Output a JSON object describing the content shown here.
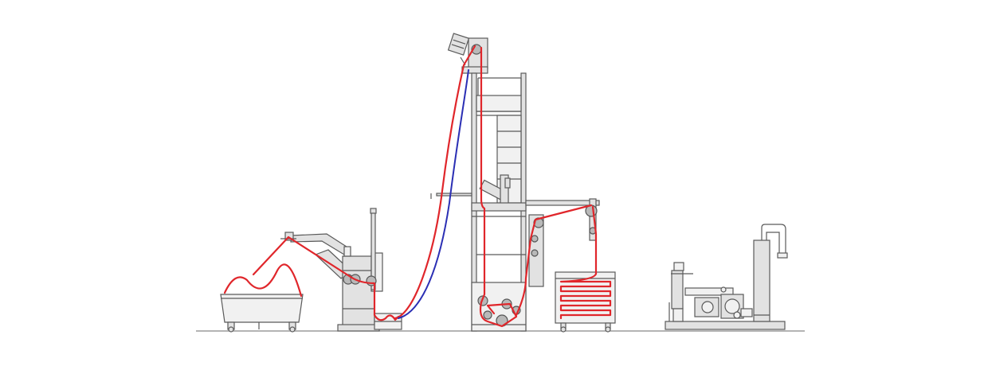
{
  "diagram": {
    "colors": {
      "background": "#ffffff",
      "machine_fill": "#e2e2e2",
      "machine_outline": "#5a5a5a",
      "roller": "#b9b9b9",
      "fabric_path": "#e0262b",
      "return_path": "#2b2fb4"
    },
    "components": [
      "fabric-truck",
      "plaiting-feeder",
      "j-box-transport",
      "tower-dryer",
      "fabric-trolley",
      "vacuum-pump-unit"
    ]
  }
}
